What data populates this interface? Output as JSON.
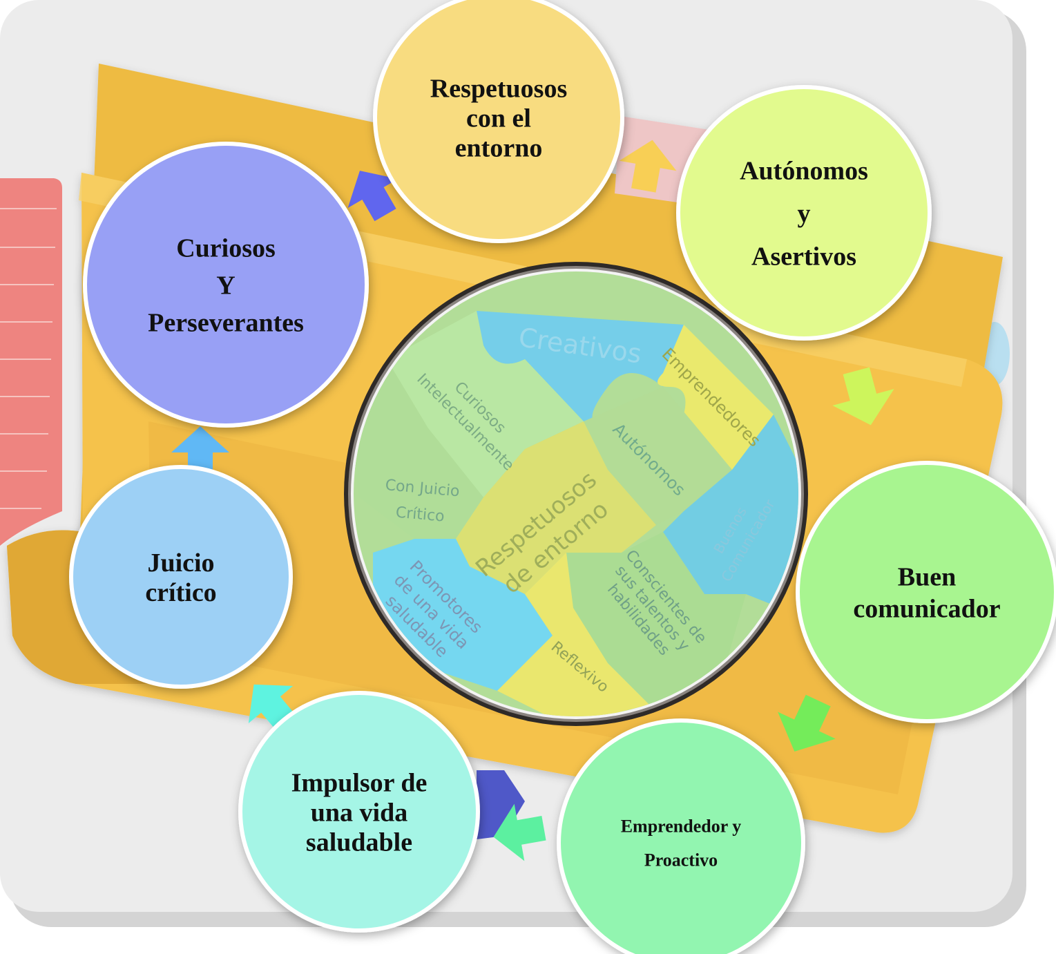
{
  "colors": {
    "background_card": "#ececec",
    "card_shadow": "#d2d2d2",
    "folder_front": "#f5c24c",
    "folder_back": "#eeb840",
    "folder_dark": "#d9a233",
    "paper_red": "#ee8480",
    "magnifier_rim": "#2e2a28"
  },
  "traits": [
    {
      "id": "respetuosos",
      "lines": [
        "Respetuosos",
        "con el",
        "entorno"
      ],
      "fill": "#f8dc80"
    },
    {
      "id": "autonomos",
      "lines": [
        "Autónomos",
        "y",
        "Asertivos"
      ],
      "fill": "#e2fa8e"
    },
    {
      "id": "buen-comunicador",
      "lines": [
        "Buen",
        "comunicador"
      ],
      "fill": "#a8f590"
    },
    {
      "id": "emprendedor",
      "lines": [
        "Emprendedor y",
        "Proactivo"
      ],
      "fill": "#92f5b0"
    },
    {
      "id": "impulsor",
      "lines": [
        "Impulsor de",
        "una vida",
        "saludable"
      ],
      "fill": "#a5f5e6"
    },
    {
      "id": "juicio",
      "lines": [
        "Juicio",
        "crítico"
      ],
      "fill": "#9dd0f5"
    },
    {
      "id": "curiosos",
      "lines": [
        "Curiosos",
        "Y",
        "Perseverantes"
      ],
      "fill": "#98a0f5"
    }
  ],
  "arrows": [
    {
      "id": "to-respetuosos",
      "color": "#6066ee"
    },
    {
      "id": "to-autonomos",
      "color": "#f8cf55"
    },
    {
      "id": "to-buen-comunicador",
      "color": "#cdf55c"
    },
    {
      "id": "to-emprendedor",
      "color": "#74ec5a"
    },
    {
      "id": "to-impulsor",
      "color": "#5cf0a0"
    },
    {
      "id": "to-juicio",
      "color": "#5ef3e0"
    },
    {
      "id": "to-curiosos",
      "color": "#60b8f5"
    }
  ],
  "puzzle": [
    {
      "id": "creativos",
      "lines": [
        "Creativos"
      ],
      "fill": "#62c8e6",
      "text_color": "#9ad8ec"
    },
    {
      "id": "emprendedores",
      "lines": [
        "Emprendedores"
      ],
      "fill": "#e8e659",
      "text_color": "#9fa64a"
    },
    {
      "id": "curiosos-intelectualmente",
      "lines": [
        "Curiosos",
        "Intelectualmente"
      ],
      "fill": "#b0e497",
      "text_color": "#7cab84"
    },
    {
      "id": "autonomos",
      "lines": [
        "Autónomos"
      ],
      "fill": "#a9d888",
      "text_color": "#71ab8c"
    },
    {
      "id": "con-juicio-critico",
      "lines": [
        "Con Juicio",
        "Crítico"
      ],
      "fill": "#a6d98a",
      "text_color": "#74a78a"
    },
    {
      "id": "respetuosos-entorno",
      "lines": [
        "Respetuosos",
        "de entorno"
      ],
      "fill": "#d6dc60",
      "text_color": "#9fae5a"
    },
    {
      "id": "buenos-comunicador",
      "lines": [
        "Buenos",
        "Comunicador"
      ],
      "fill": "#5fc6e0",
      "text_color": "#8bc8dd"
    },
    {
      "id": "promotores",
      "lines": [
        "Promotores",
        "de una vida",
        "saludable"
      ],
      "fill": "#62d2ee",
      "text_color": "#7d96b4"
    },
    {
      "id": "conscientes",
      "lines": [
        "Conscientes de",
        "sus talentos y",
        "habilidades"
      ],
      "fill": "#a0d884",
      "text_color": "#6fa087"
    },
    {
      "id": "reflexivo",
      "lines": [
        "Reflexivo"
      ],
      "fill": "#e8e45a",
      "text_color": "#92a257"
    }
  ]
}
